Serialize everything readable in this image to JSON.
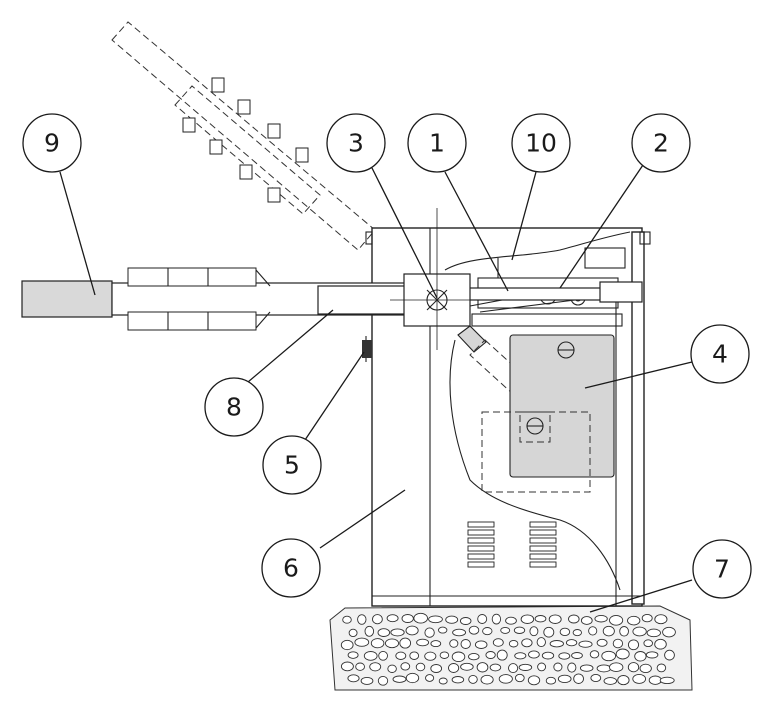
{
  "callouts": [
    {
      "id": "1",
      "label": "1"
    },
    {
      "id": "2",
      "label": "2"
    },
    {
      "id": "3",
      "label": "3"
    },
    {
      "id": "4",
      "label": "4"
    },
    {
      "id": "5",
      "label": "5"
    },
    {
      "id": "6",
      "label": "6"
    },
    {
      "id": "7",
      "label": "7"
    },
    {
      "id": "8",
      "label": "8"
    },
    {
      "id": "9",
      "label": "9"
    },
    {
      "id": "10",
      "label": "10"
    }
  ],
  "colors": {
    "line": "#222222",
    "panel_grey": "#d6d6d6",
    "boom_grey": "#d9d9d9",
    "background": "#ffffff"
  }
}
